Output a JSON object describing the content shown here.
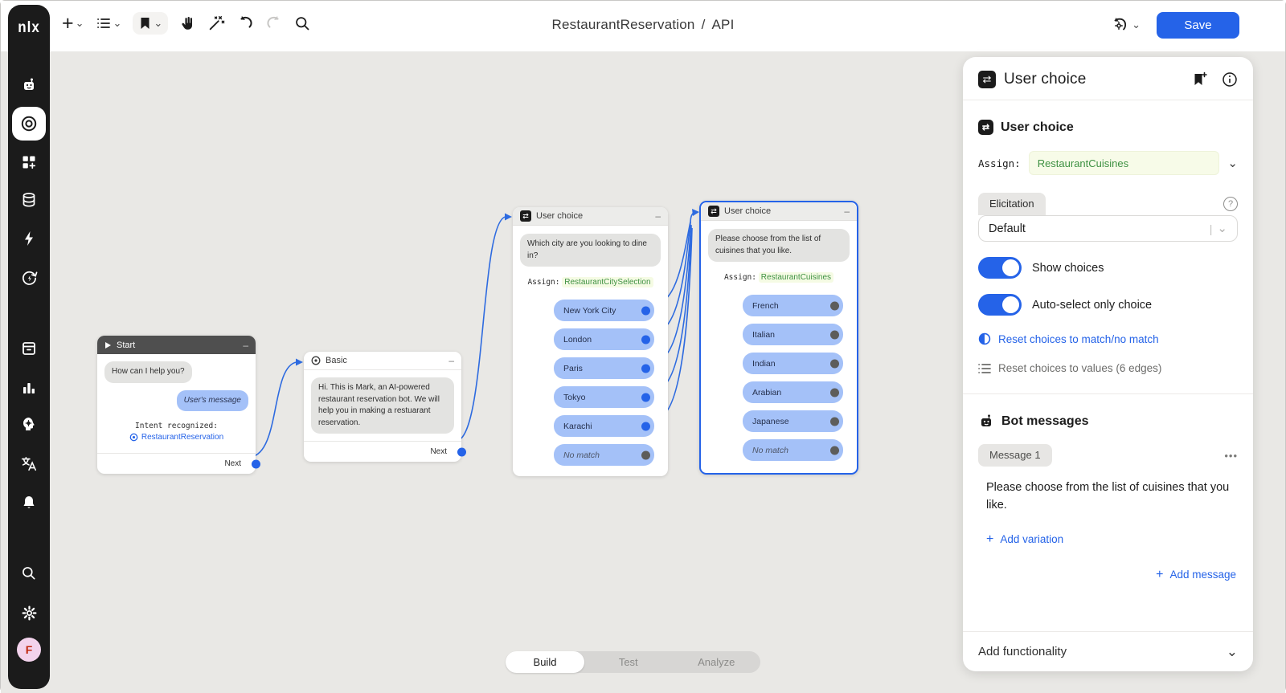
{
  "colors": {
    "accent_blue": "#2563e8",
    "green": "#3e9142",
    "green_bg": "#f7fbe8",
    "canvas_bg": "#e9e8e5",
    "sidebar_bg": "#1b1b1b",
    "pill_blue": "#a4c1f8"
  },
  "glyphs": {
    "minus": "–",
    "chevron_down": "⌄",
    "plus": "+",
    "ellipsis": "•••",
    "pipe": "|",
    "slash": "/",
    "question": "?",
    "info": "i",
    "arrows": "⇄",
    "play": "▶"
  },
  "topbar": {
    "project": "RestaurantReservation",
    "page": "API",
    "save_label": "Save"
  },
  "sidebar": {
    "logo": "nlx",
    "avatar_initial": "F"
  },
  "canvas": {
    "nodes": {
      "start": {
        "title": "Start",
        "bot_bubble": "How can I help you?",
        "user_bubble": "User's message",
        "intent_label": "Intent recognized:",
        "intent_value": "RestaurantReservation",
        "next_label": "Next"
      },
      "basic": {
        "title": "Basic",
        "bot_bubble": "Hi. This is Mark, an AI-powered restaurant reservation bot. We will help you in making a restuarant reservation.",
        "next_label": "Next"
      },
      "city_choice": {
        "title": "User choice",
        "prompt": "Which city are you looking to dine in?",
        "assign_label": "Assign:",
        "assign_value": "RestaurantCitySelection",
        "choices": [
          "New York City",
          "London",
          "Paris",
          "Tokyo",
          "Karachi"
        ],
        "no_match": "No match"
      },
      "cuisine_choice": {
        "title": "User choice",
        "prompt": "Please choose from the list of cuisines that you like.",
        "assign_label": "Assign:",
        "assign_value": "RestaurantCuisines",
        "choices": [
          "French",
          "Italian",
          "Indian",
          "Arabian",
          "Japanese"
        ],
        "no_match": "No match"
      }
    },
    "tabs": [
      {
        "label": "Build",
        "active": true
      },
      {
        "label": "Test",
        "active": false
      },
      {
        "label": "Analyze",
        "active": false
      }
    ]
  },
  "panel": {
    "title": "User choice",
    "section_title": "User choice",
    "assign_label": "Assign:",
    "assign_value": "RestaurantCuisines",
    "elicitation_tab": "Elicitation",
    "elicitation_value": "Default",
    "toggles": [
      {
        "label": "Show choices",
        "on": true
      },
      {
        "label": "Auto-select only choice",
        "on": true
      }
    ],
    "reset_match": "Reset choices to match/no match",
    "reset_values": "Reset choices to values (6 edges)",
    "bot_messages_title": "Bot messages",
    "message_tab": "Message 1",
    "message_text": "Please choose from the list of cuisines that you like.",
    "add_variation": "Add variation",
    "add_message": "Add message",
    "add_functionality": "Add functionality"
  }
}
